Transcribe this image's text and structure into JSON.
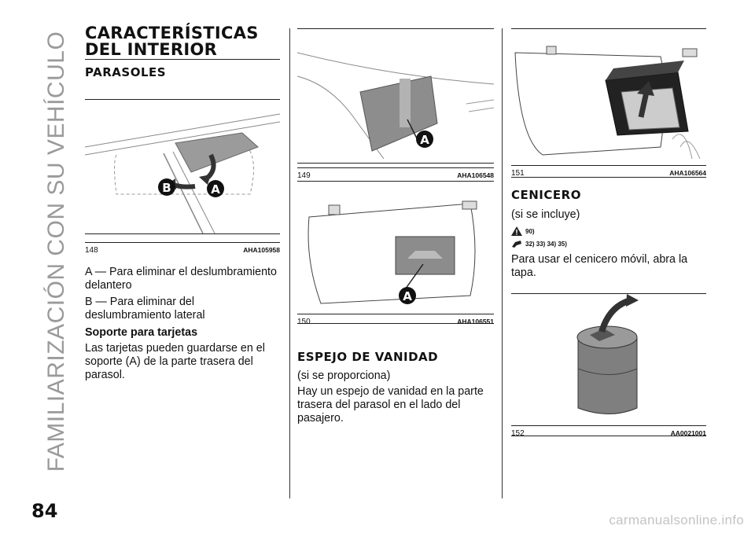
{
  "side_title": "FAMILIARIZACIÓN CON SU VEHÍCULO",
  "page_number": "84",
  "col1": {
    "heading_line1": "CARACTERÍSTICAS",
    "heading_line2": "DEL INTERIOR",
    "subheading": "PARASOLES",
    "fig_number": "148",
    "fig_code": "AHA105958",
    "item_a": "A — Para eliminar el deslumbramiento delantero",
    "item_b": "B — Para eliminar del deslumbramiento lateral",
    "card_title": "Soporte para tarjetas",
    "card_text": "Las tarjetas pueden guardarse en el soporte (A) de la parte trasera del parasol."
  },
  "col2": {
    "fig1_number": "149",
    "fig1_code": "AHA106548",
    "fig2_number": "150",
    "fig2_code": "AHA106551",
    "heading": "ESPEJO DE VANIDAD",
    "note": "(si se proporciona)",
    "text": "Hay un espejo de vanidad en la parte trasera del parasol en el lado del pasajero."
  },
  "col3": {
    "fig1_number": "151",
    "fig1_code": "AHA106564",
    "heading": "CENICERO",
    "note": "(si se incluye)",
    "warn_refs": "90)",
    "note_refs": "32) 33) 34) 35)",
    "text": "Para usar el cenicero móvil, abra la tapa.",
    "fig2_number": "152",
    "fig2_code": "AA0021001"
  },
  "figure_labels": {
    "a": "A",
    "b": "B"
  },
  "watermark": "carmanualsonline.info"
}
